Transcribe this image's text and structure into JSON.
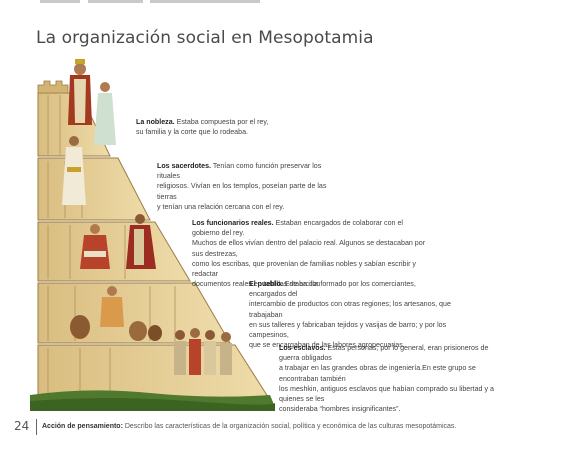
{
  "page": {
    "title": "La organización social en Mesopotamia",
    "page_number": "24"
  },
  "colors": {
    "title": "#4a4a4a",
    "brick_light": "#e3cc94",
    "brick_dark": "#c9a968",
    "mortar": "#9b7c45",
    "grass": "#4f7a2e"
  },
  "sections": {
    "nobleza": {
      "heading": "La nobleza.",
      "lines": [
        "Estaba compuesta por el rey,",
        "su familia y la corte que lo rodeaba."
      ]
    },
    "sacerdotes": {
      "heading": "Los sacerdotes.",
      "lines": [
        "Tenían como función preservar los rituales",
        "religiosos. Vivían en los templos, poseían parte de las tierras",
        "y tenían una relación cercana con el rey."
      ]
    },
    "funcionarios": {
      "heading": "Los funcionarios reales.",
      "lines": [
        "Estaban encargados de colaborar con el gobierno del rey.",
        "Muchos de ellos vivían dentro del palacio real. Algunos se destacaban por sus destrezas,",
        "como los escribas, que provenían de familias nobles y sabían escribir y redactar",
        "documentos reales en tablillas de arcilla."
      ]
    },
    "pueblo": {
      "heading": "El pueblo.",
      "lines": [
        "Estaba conformado por los comerciantes, encargados del",
        "intercambio de productos con otras regiones; los artesanos, que trabajaban",
        "en sus talleres y fabricaban tejidos y vasijas de barro; y por los campesinos,",
        "que se encargaban de las labores agropecuarias."
      ]
    },
    "esclavos": {
      "heading": "Los esclavos.",
      "lines": [
        "Estas personas, por lo general, eran prisioneros de guerra obligados",
        "a trabajar en las grandes obras de ingeniería.En este grupo se encontraban también",
        "los meshkin, antiguos esclavos que habían comprado su libertad y a quienes se les",
        "consideraba “hombres insignificantes”."
      ]
    }
  },
  "footer": {
    "label": "Acción de pensamiento:",
    "text": "Describo las características de la organización social, política y económica de las culturas mesopotámicas."
  }
}
